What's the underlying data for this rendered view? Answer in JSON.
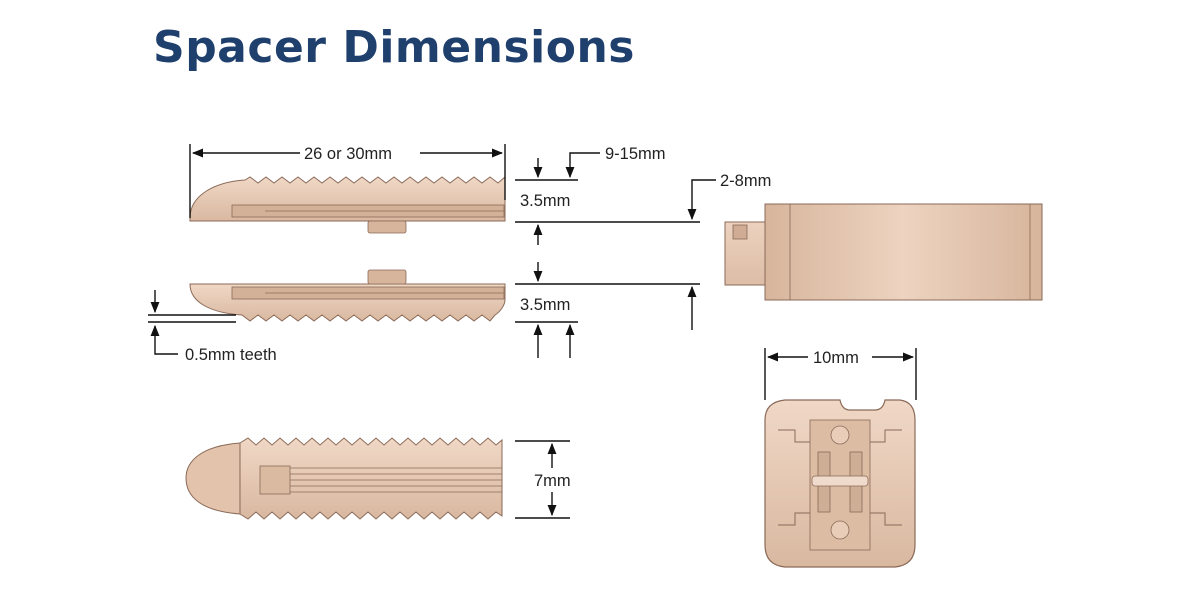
{
  "title": "Spacer Dimensions",
  "colors": {
    "title": "#1f3f6d",
    "part_fill": "#e6c8b2",
    "part_shade": "#c9a68e",
    "part_edge": "#8a6a58",
    "dimension_line": "#111111"
  },
  "labels": {
    "length": "26 or 30mm",
    "height_range": "9-15mm",
    "expansion": "2-8mm",
    "top_thickness": "3.5mm",
    "bottom_thickness": "3.5mm",
    "teeth": "0.5mm teeth",
    "width_side": "7mm",
    "width_end": "10mm"
  }
}
